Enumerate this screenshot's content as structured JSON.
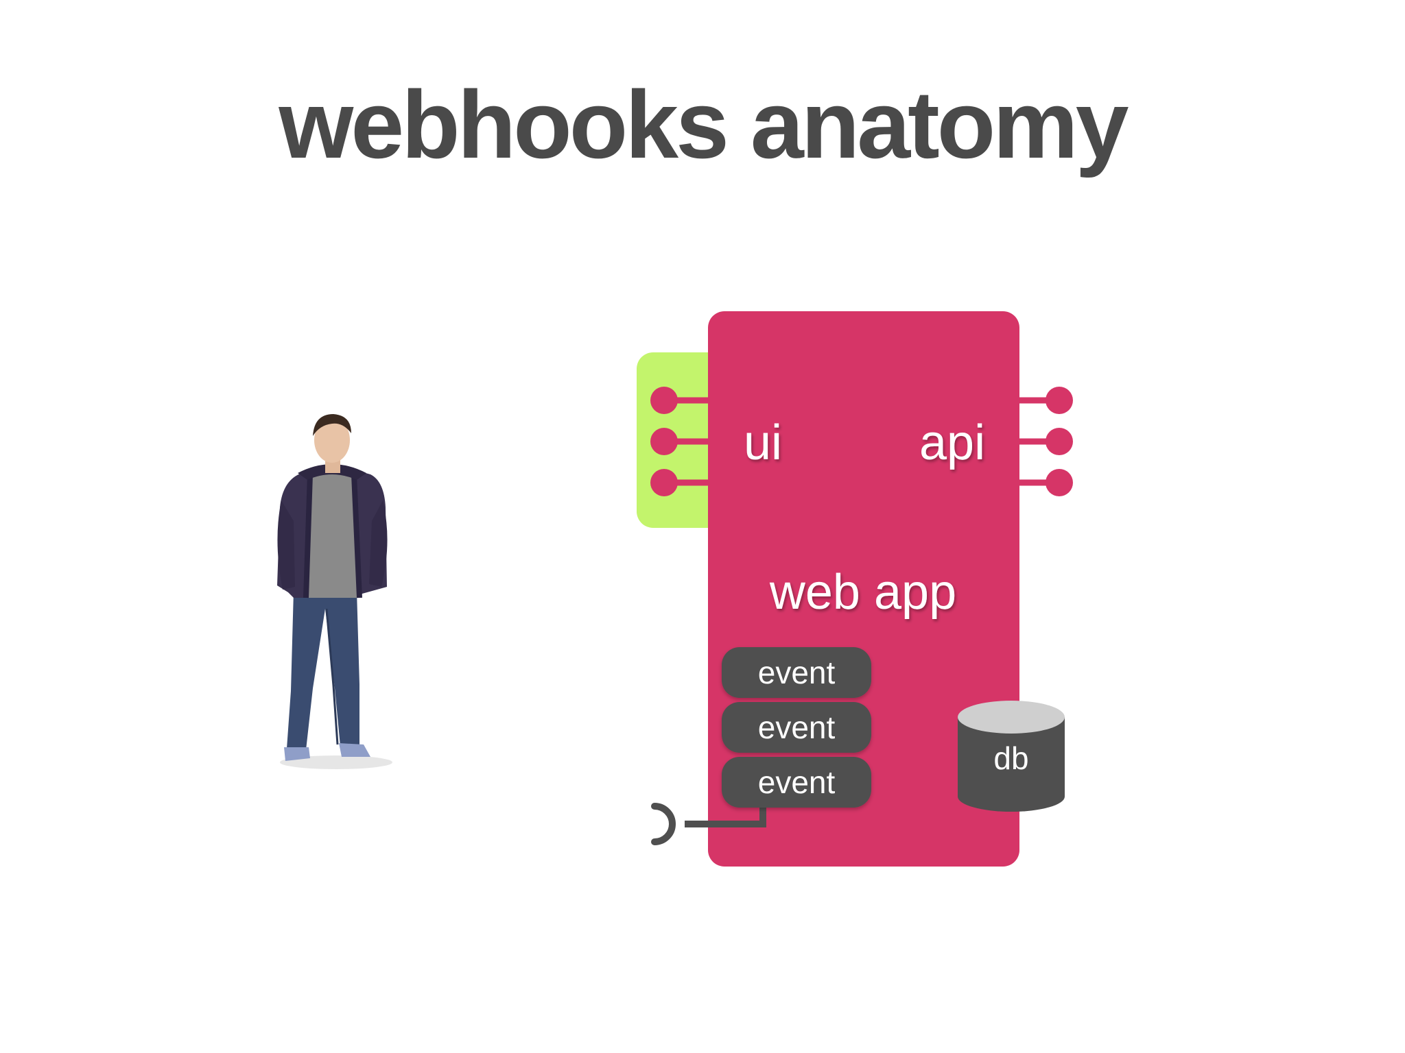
{
  "title": "webhooks anatomy",
  "app": {
    "name": "web app",
    "ui_label": "ui",
    "api_label": "api",
    "events": [
      "event",
      "event",
      "event"
    ],
    "db_label": "db"
  },
  "colors": {
    "title": "#4a4a4a",
    "app_box": "#d63567",
    "ui_panel": "#c3f46c",
    "event_pill": "#4f4f4f",
    "db_body": "#4f4f4f",
    "db_top": "#cfcfcf",
    "hook": "#4f4f4f",
    "text_light": "#ffffff"
  },
  "icons": {
    "person": "person-figure-icon",
    "database": "database-cylinder-icon",
    "hook": "webhook-hook-icon"
  }
}
